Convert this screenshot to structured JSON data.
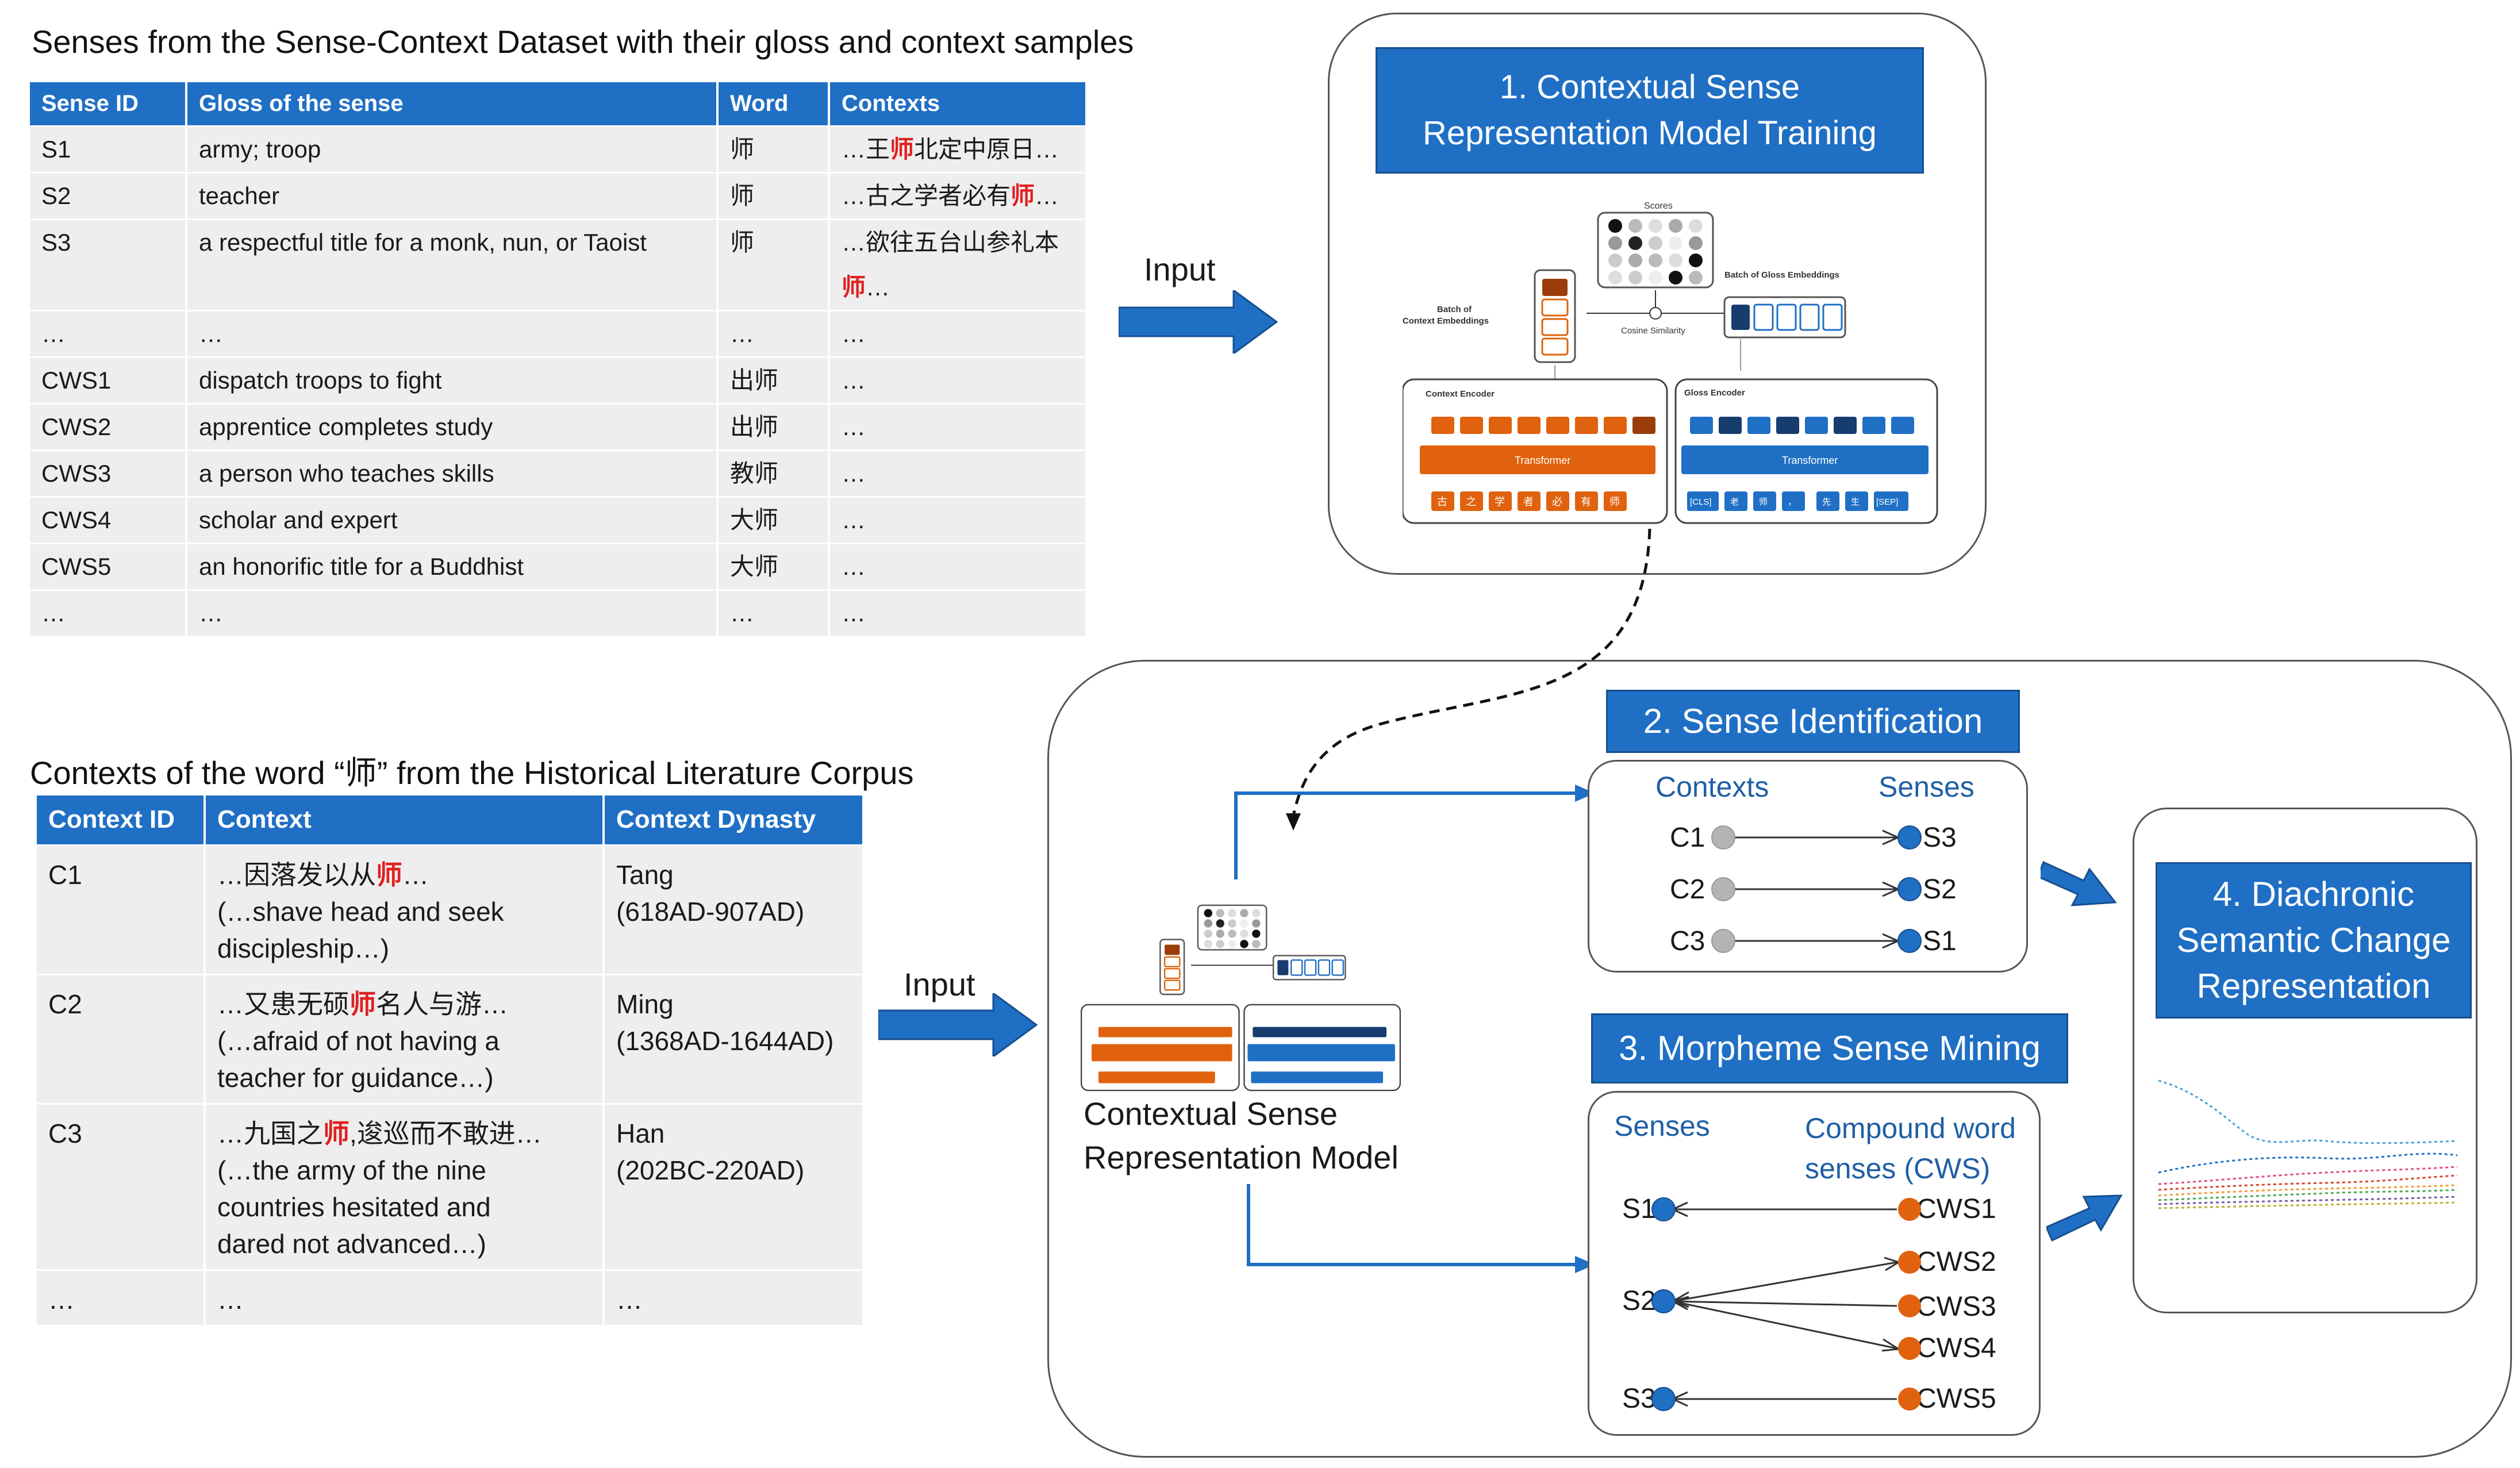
{
  "sense_table": {
    "title": "Senses from the Sense-Context Dataset with their gloss and context samples",
    "headers": [
      "Sense ID",
      "Gloss of the sense",
      "Word",
      "Contexts"
    ],
    "rows": [
      {
        "id": "S1",
        "gloss": "army; troop",
        "word": "师",
        "ctx_pre": "…王",
        "ctx_hl": "师",
        "ctx_post": "北定中原日…"
      },
      {
        "id": "S2",
        "gloss": "teacher",
        "word": "师",
        "ctx_pre": "…古之学者必有",
        "ctx_hl": "师",
        "ctx_post": "…"
      },
      {
        "id": "S3",
        "gloss": "a respectful title for a monk, nun, or Taoist",
        "word": "师",
        "ctx_pre": "…欲往五台山参礼本",
        "ctx_hl": "师",
        "ctx_post": "…"
      },
      {
        "id": "…",
        "gloss": "…",
        "word": "…",
        "ctx_pre": "…",
        "ctx_hl": "",
        "ctx_post": ""
      },
      {
        "id": "CWS1",
        "gloss": "dispatch troops to fight",
        "word": "出师",
        "ctx_pre": "…",
        "ctx_hl": "",
        "ctx_post": ""
      },
      {
        "id": "CWS2",
        "gloss": "apprentice completes study",
        "word": "出师",
        "ctx_pre": "…",
        "ctx_hl": "",
        "ctx_post": ""
      },
      {
        "id": "CWS3",
        "gloss": "a person who teaches skills",
        "word": "教师",
        "ctx_pre": "…",
        "ctx_hl": "",
        "ctx_post": ""
      },
      {
        "id": "CWS4",
        "gloss": "scholar and expert",
        "word": "大师",
        "ctx_pre": "…",
        "ctx_hl": "",
        "ctx_post": ""
      },
      {
        "id": "CWS5",
        "gloss": "an honorific title for a Buddhist",
        "word": "大师",
        "ctx_pre": "…",
        "ctx_hl": "",
        "ctx_post": ""
      },
      {
        "id": "…",
        "gloss": "…",
        "word": "…",
        "ctx_pre": "…",
        "ctx_hl": "",
        "ctx_post": ""
      }
    ]
  },
  "context_table": {
    "title": "Contexts of the word “师” from the Historical Literature Corpus",
    "headers": [
      "Context ID",
      "Context",
      "Context Dynasty"
    ],
    "rows": [
      {
        "id": "C1",
        "zh_pre": "…因落发以从",
        "zh_hl": "师",
        "zh_post": "…",
        "en1": "(…shave head and seek",
        "en2": "discipleship…)",
        "en3": "",
        "en4": "",
        "dyn": "Tang",
        "years": "(618AD-907AD)"
      },
      {
        "id": "C2",
        "zh_pre": "…又患无硕",
        "zh_hl": "师",
        "zh_post": "名人与游…",
        "en1": "(…afraid of not having a",
        "en2": "teacher for guidance…)",
        "en3": "",
        "en4": "",
        "dyn": "Ming",
        "years": "(1368AD-1644AD)"
      },
      {
        "id": "C3",
        "zh_pre": "…九国之",
        "zh_hl": "师",
        "zh_post": ",逡巡而不敢进…",
        "en1": "(…the army of the nine",
        "en2": "countries hesitated and",
        "en3": "dared not advanced…)",
        "en4": "",
        "dyn": "Han",
        "years": "(202BC-220AD)"
      },
      {
        "id": "…",
        "zh_pre": "…",
        "zh_hl": "",
        "zh_post": "",
        "en1": "",
        "en2": "",
        "en3": "",
        "en4": "",
        "dyn": "…",
        "years": ""
      }
    ]
  },
  "arrows": {
    "input_top": "Input",
    "input_bottom": "Input"
  },
  "step1": {
    "line1": "1. Contextual Sense",
    "line2": "Representation Model Training"
  },
  "model_diagram": {
    "scores": "Scores",
    "batch_ctx1": "Batch of",
    "batch_ctx2": "Context Embeddings",
    "cosine": "Cosine Similarity",
    "batch_gloss": "Batch of Gloss Embeddings",
    "ctx_encoder": "Context Encoder",
    "gloss_encoder": "Gloss Encoder",
    "transformer": "Transformer",
    "ctx_tokens": [
      "古",
      "之",
      "学",
      "者",
      "必",
      "有",
      "师"
    ],
    "gloss_tokens": [
      "[CLS]",
      "老",
      "师",
      "，",
      "先",
      "生",
      "[SEP]"
    ]
  },
  "model_label": {
    "line1": "Contextual Sense",
    "line2": "Representation Model"
  },
  "step2": {
    "title": "2. Sense Identification",
    "col_contexts": "Contexts",
    "col_senses": "Senses",
    "pairs": [
      {
        "c": "C1",
        "s": "S3"
      },
      {
        "c": "C2",
        "s": "S2"
      },
      {
        "c": "C3",
        "s": "S1"
      }
    ]
  },
  "step3": {
    "title": "3. Morpheme Sense Mining",
    "col_senses": "Senses",
    "col_cws1": "Compound word",
    "col_cws2": "senses (CWS)",
    "senses": [
      "S1",
      "S2",
      "S3"
    ],
    "cws": [
      "CWS1",
      "CWS2",
      "CWS3",
      "CWS4",
      "CWS5"
    ]
  },
  "step4": {
    "line1": "4. Diachronic",
    "line2": "Semantic Change",
    "line3": "Representation"
  },
  "colors": {
    "blue": "#1f6fc5",
    "orange": "#e0620e",
    "dark_navy": "#173c6e",
    "grey_node": "#b4b4b4"
  }
}
